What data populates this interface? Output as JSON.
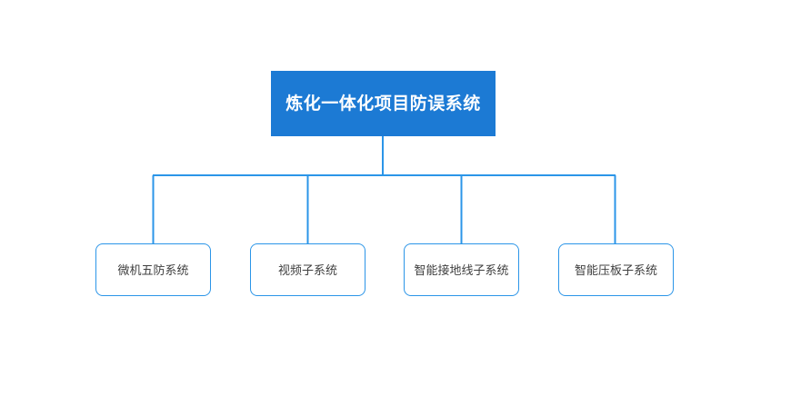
{
  "diagram": {
    "type": "org-chart",
    "background_color": "#ffffff",
    "root": {
      "label": "炼化一体化项目防误系统",
      "fill_color": "#1c7ad4",
      "text_color": "#ffffff"
    },
    "children": [
      {
        "label": "微机五防系统"
      },
      {
        "label": "视频子系统"
      },
      {
        "label": "智能接地线子系统"
      },
      {
        "label": "智能压板子系统"
      }
    ],
    "connector_color": "#2b95e8",
    "child_border_color": "#2b95e8",
    "child_text_color": "#404040"
  }
}
